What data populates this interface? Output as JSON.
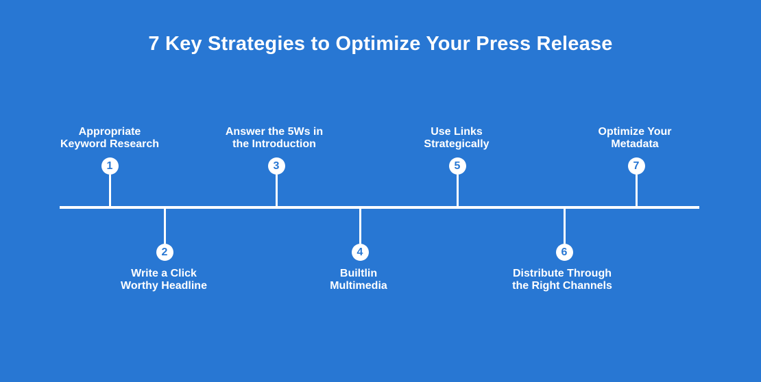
{
  "title": "7 Key Strategies to Optimize Your Press Release",
  "steps": [
    {
      "number": "1",
      "line1": "Appropriate",
      "line2": "Keyword Research"
    },
    {
      "number": "2",
      "line1": "Write a Click",
      "line2": "Worthy Headline"
    },
    {
      "number": "3",
      "line1": "Answer the 5Ws in",
      "line2": "the Introduction"
    },
    {
      "number": "4",
      "line1": "Builtlin",
      "line2": "Multimedia"
    },
    {
      "number": "5",
      "line1": "Use Links",
      "line2": "Strategically"
    },
    {
      "number": "6",
      "line1": "Distribute Through",
      "line2": "the Right Channels"
    },
    {
      "number": "7",
      "line1": "Optimize Your",
      "line2": "Metadata"
    }
  ]
}
